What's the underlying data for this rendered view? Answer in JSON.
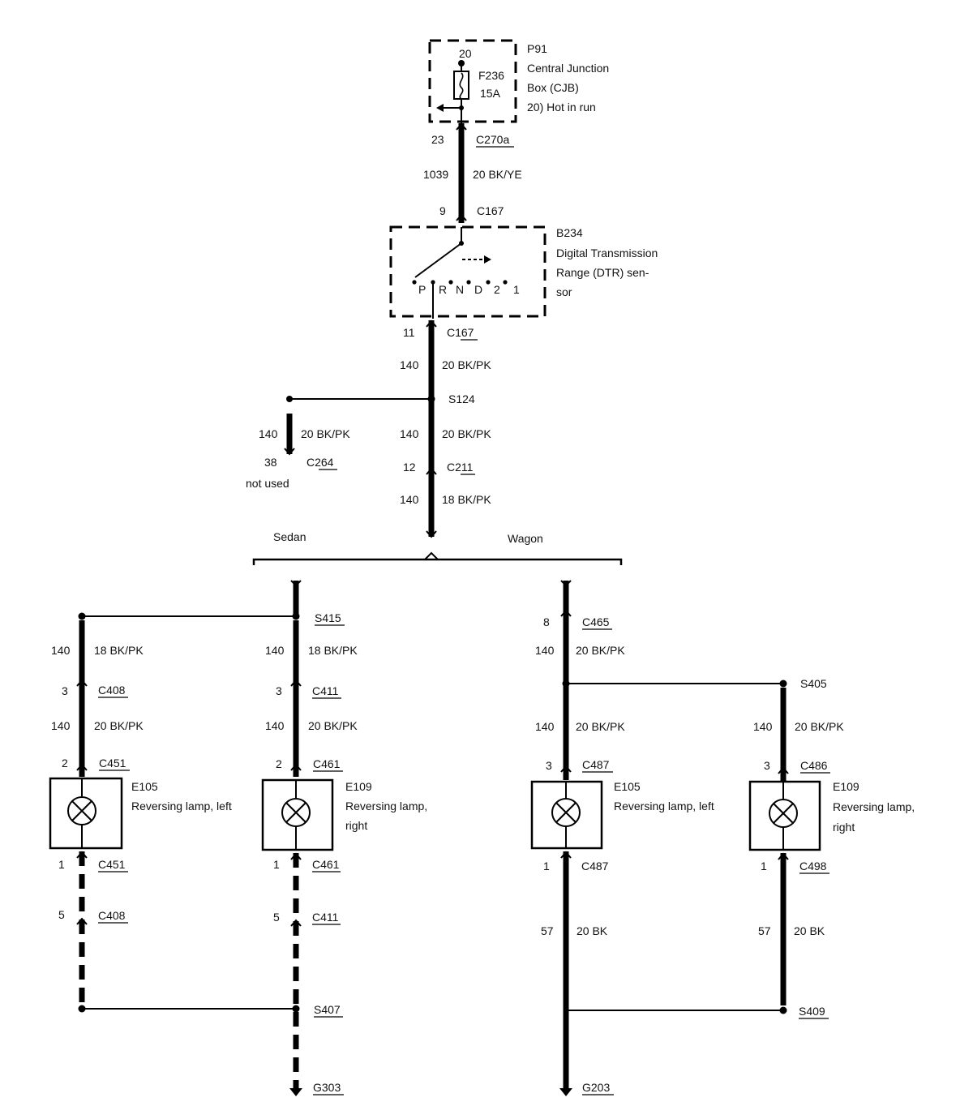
{
  "cjb": {
    "id": "P91",
    "name_line1": "Central Junction",
    "name_line2": "Box (CJB)",
    "circuit_note": "20)  Hot in run",
    "pin_top": "20",
    "fuse_id": "F236",
    "fuse_rating": "15A"
  },
  "feed": {
    "pin": "23",
    "connector": "C270a",
    "circuit": "1039",
    "wire": "20 BK/YE"
  },
  "dtr": {
    "pin_in": "9",
    "connector_in": "C167",
    "id": "B234",
    "name_line1": "Digital Transmission",
    "name_line2": "Range (DTR) sen-",
    "name_line3": "sor",
    "positions": [
      "P",
      "R",
      "N",
      "D",
      "2",
      "1"
    ],
    "pin_out": "11",
    "connector_out": "C167"
  },
  "trunk": {
    "circuit_a": "140",
    "wire_a": "20 BK/PK",
    "splice": "S124",
    "circuit_b": "140",
    "wire_b": "20 BK/PK",
    "pin_c": "12",
    "connector_c": "C211",
    "circuit_c": "140",
    "wire_c": "18 BK/PK"
  },
  "unused_branch": {
    "circuit": "140",
    "wire": "20 BK/PK",
    "pin": "38",
    "connector": "C264",
    "note": "not used"
  },
  "variants": {
    "left": "Sedan",
    "right": "Wagon"
  },
  "sedan": {
    "splice_top": "S415",
    "left": {
      "circuit1": "140",
      "wire1": "18 BK/PK",
      "pin1": "3",
      "conn1": "C408",
      "circuit2": "140",
      "wire2": "20 BK/PK",
      "pin2": "2",
      "conn2": "C451",
      "lamp_id": "E105",
      "lamp_name1": "Reversing lamp, left",
      "pin3": "1",
      "conn3": "C451",
      "pin4": "5",
      "conn4": "C408"
    },
    "right": {
      "circuit1": "140",
      "wire1": "18 BK/PK",
      "pin1": "3",
      "conn1": "C411",
      "circuit2": "140",
      "wire2": "20 BK/PK",
      "pin2": "2",
      "conn2": "C461",
      "lamp_id": "E109",
      "lamp_name1": "Reversing lamp,",
      "lamp_name2": "right",
      "pin3": "1",
      "conn3": "C461",
      "pin4": "5",
      "conn4": "C411"
    },
    "splice_bottom": "S407",
    "ground": "G303"
  },
  "wagon": {
    "pin_top": "8",
    "conn_top": "C465",
    "circuit_top": "140",
    "wire_top": "20 BK/PK",
    "splice_mid": "S405",
    "left": {
      "circuit": "140",
      "wire": "20 BK/PK",
      "pin1": "3",
      "conn1": "C487",
      "lamp_id": "E105",
      "lamp_name1": "Reversing lamp, left",
      "pin2": "1",
      "conn2": "C487",
      "circuit_gnd": "57",
      "wire_gnd": "20 BK"
    },
    "right": {
      "circuit": "140",
      "wire": "20 BK/PK",
      "pin1": "3",
      "conn1": "C486",
      "lamp_id": "E109",
      "lamp_name1": "Reversing lamp,",
      "lamp_name2": "right",
      "pin2": "1",
      "conn2": "C498",
      "circuit_gnd": "57",
      "wire_gnd": "20 BK"
    },
    "splice_bottom": "S409",
    "ground": "G203"
  }
}
